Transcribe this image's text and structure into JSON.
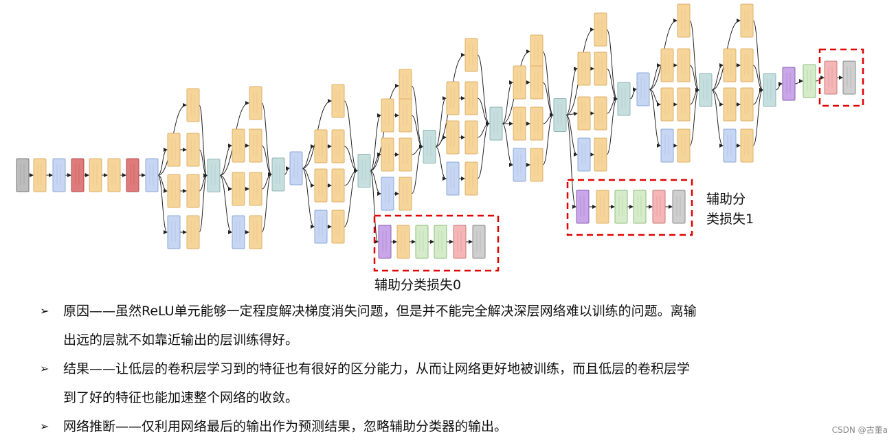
{
  "diagram": {
    "aux_label_0": "辅助分类损失0",
    "aux_label_1_line1": "辅助分",
    "aux_label_1_line2": "类损失1",
    "colors": {
      "conv": "#f6d59a",
      "conv_stroke": "#dfb06a",
      "pool": "#c7d6f2",
      "pool_stroke": "#8ea8d8",
      "lrn": "#e07b7b",
      "lrn_stroke": "#b44a4a",
      "concat": "#c6dede",
      "concat_stroke": "#8fb5b5",
      "fc": "#d5ebc9",
      "fc_stroke": "#8fbf7a",
      "avgpool": "#c9a6e8",
      "avgpool_stroke": "#8a5fb3",
      "softmax_act": "#f4b6b6",
      "softmax_act_stroke": "#c87a7a",
      "softmax": "#cfcfcf",
      "softmax_stroke": "#8a8a8a",
      "input": "#bdbdbd",
      "highlight": "#e00000",
      "edge": "#222222"
    }
  },
  "bullets": [
    {
      "marker": "➢",
      "line1": "原因——虽然ReLU单元能够一定程度解决梯度消失问题，但是并不能完全解决深层网络难以训练的问题。离输",
      "line2": "出远的层就不如靠近输出的层训练得好。"
    },
    {
      "marker": "➢",
      "line1": "结果——让低层的卷积层学习到的特征也有很好的区分能力，从而让网络更好地被训练，而且低层的卷积层学",
      "line2": "到了好的特征也能加速整个网络的收敛。"
    },
    {
      "marker": "➢",
      "line1": "网络推断——仅利用网络最后的输出作为预测结果，忽略辅助分类器的输出。",
      "line2": ""
    }
  ],
  "watermark": "CSDN @古董a"
}
